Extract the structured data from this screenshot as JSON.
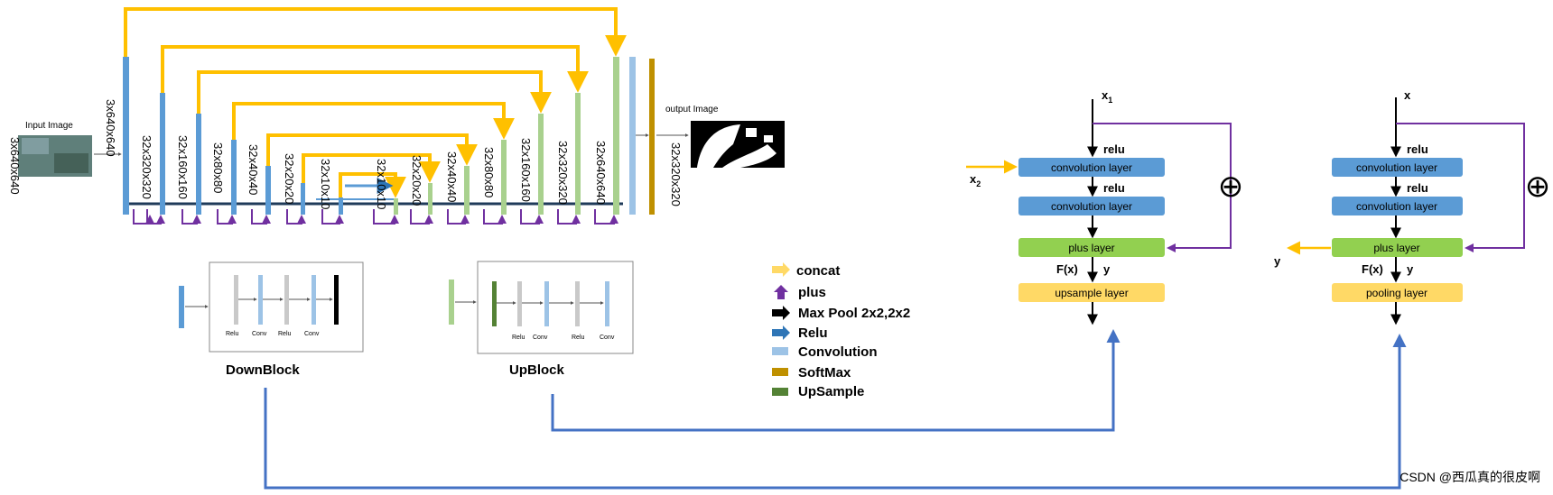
{
  "unet": {
    "input_label": "Input Image",
    "output_label": "output Image",
    "input_dim": "3x640x640",
    "output_dim": "32x320x320",
    "enc_dims": [
      "3x640x640",
      "32x320x320",
      "32x160x160",
      "32x80x80",
      "32x40x40",
      "32x20x20",
      "32x10x10"
    ],
    "dec_dims": [
      "32x10x10",
      "32x20x20",
      "32x40x40",
      "32x80x80",
      "32x160x160",
      "32x320x320",
      "32x640x640"
    ]
  },
  "blocks": {
    "down": {
      "title": "DownBlock",
      "labels": [
        "Relu",
        "Conv",
        "Relu",
        "Conv"
      ]
    },
    "up": {
      "title": "UpBlock",
      "labels": [
        "Relu",
        "Conv",
        "Relu",
        "Conv"
      ]
    }
  },
  "legend": [
    {
      "label": "concat",
      "color": "#FFC000",
      "shape": "arrow"
    },
    {
      "label": "plus",
      "color": "#7030A0",
      "shape": "up-arrow"
    },
    {
      "label": "Max Pool 2x2,2x2",
      "color": "#000000",
      "shape": "arrow"
    },
    {
      "label": "Relu",
      "color": "#2E75B6",
      "shape": "arrow"
    },
    {
      "label": "Convolution",
      "color": "#9DC3E6",
      "shape": "rect"
    },
    {
      "label": "SoftMax",
      "color": "#BF9000",
      "shape": "rect"
    },
    {
      "label": "UpSample",
      "color": "#548235",
      "shape": "rect"
    }
  ],
  "up_detail": {
    "x1": "x",
    "x1_sub": "1",
    "x2": "x",
    "x2_sub": "2",
    "relu1": "relu",
    "relu2": "relu",
    "conv1": "convolution layer",
    "conv2": "convolution layer",
    "plus": "plus layer",
    "fx": "F(x)",
    "y": "y",
    "upsample": "upsample layer",
    "oplus": "⊕"
  },
  "down_detail": {
    "x": "x",
    "relu1": "relu",
    "relu2": "relu",
    "conv1": "convolution layer",
    "conv2": "convolution layer",
    "plus": "plus layer",
    "fx": "F(x)",
    "y": "y",
    "y_out": "y",
    "pooling": "pooling layer",
    "oplus": "⊕"
  },
  "watermark": "CSDN @西瓜真的很皮啊",
  "colors": {
    "concat": "#FFC000",
    "plus": "#7030A0",
    "relu": "#2E75B6",
    "conv_blue": "#5B9BD5",
    "light_blue": "#9DC3E6",
    "green": "#A9D18E",
    "green_box": "#92D050",
    "dark_green": "#548235",
    "softmax": "#BF9000",
    "yellow_box": "#FFD966",
    "link": "#4472C4"
  }
}
